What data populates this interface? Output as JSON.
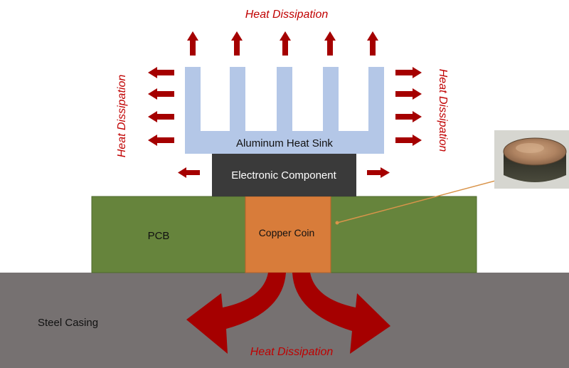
{
  "labels": {
    "heat_top": "Heat Dissipation",
    "heat_left": "Heat Dissipation",
    "heat_right": "Heat Dissipation",
    "heat_bottom": "Heat Dissipation",
    "heat_sink": "Aluminum Heat Sink",
    "component": "Electronic Component",
    "pcb": "PCB",
    "copper_coin": "Copper Coin",
    "steel_casing": "Steel Casing"
  },
  "colors": {
    "heat_sink": "#b4c7e7",
    "component": "#3a3a3a",
    "pcb": "#66843c",
    "copper": "#d87c3a",
    "steel": "#767171",
    "arrow": "#a50000",
    "heat_text": "#c00000",
    "leader_line": "#d9944a"
  },
  "icons": {
    "coin_photo": "copper-coin-photo"
  }
}
